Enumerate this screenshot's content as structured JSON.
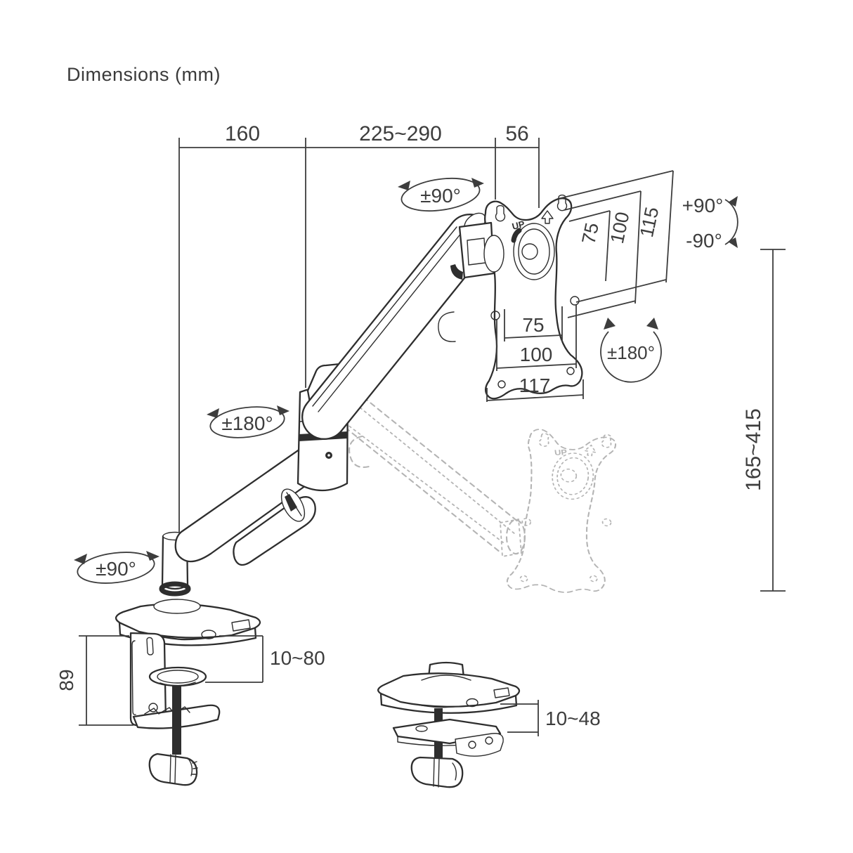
{
  "labels": {
    "title": "Dimensions (mm)",
    "up_main": "UP",
    "up_ghost": "UP"
  },
  "dims": {
    "top_rear": "160",
    "top_extension": "225~290",
    "top_vesa_offset": "56",
    "vesa_v_inner": "75",
    "vesa_v_outer": "100",
    "vesa_v_plate": "115",
    "vesa_h_inner": "75",
    "vesa_h_outer": "100",
    "vesa_h_plate": "117",
    "height_range": "165~415",
    "clamp_bracket_height": "89",
    "desk_thickness_range": "10~80",
    "grommet_thickness_range": "10~48"
  },
  "rotations": {
    "head_swivel": "±90°",
    "tilt_up": "+90°",
    "tilt_down": "-90°",
    "vesa_rotation": "±180°",
    "elbow_swivel": "±180°",
    "base_swivel": "±90°"
  },
  "colors": {
    "ink": "#2e2e2e",
    "dimension_text": "#3d3d3d",
    "ghost": "#b4b4b4",
    "background": "#ffffff"
  }
}
